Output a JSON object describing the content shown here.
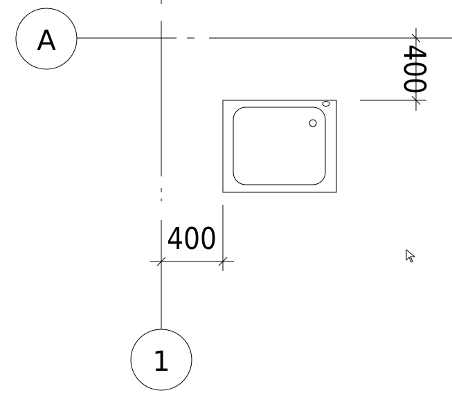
{
  "drawing": {
    "grid_bubble_horizontal": {
      "label": "A"
    },
    "grid_bubble_vertical": {
      "label": "1"
    },
    "dimension_horizontal": {
      "value": "400"
    },
    "dimension_vertical": {
      "value": "400"
    }
  },
  "colors": {
    "line": "#000000",
    "background": "#ffffff"
  }
}
